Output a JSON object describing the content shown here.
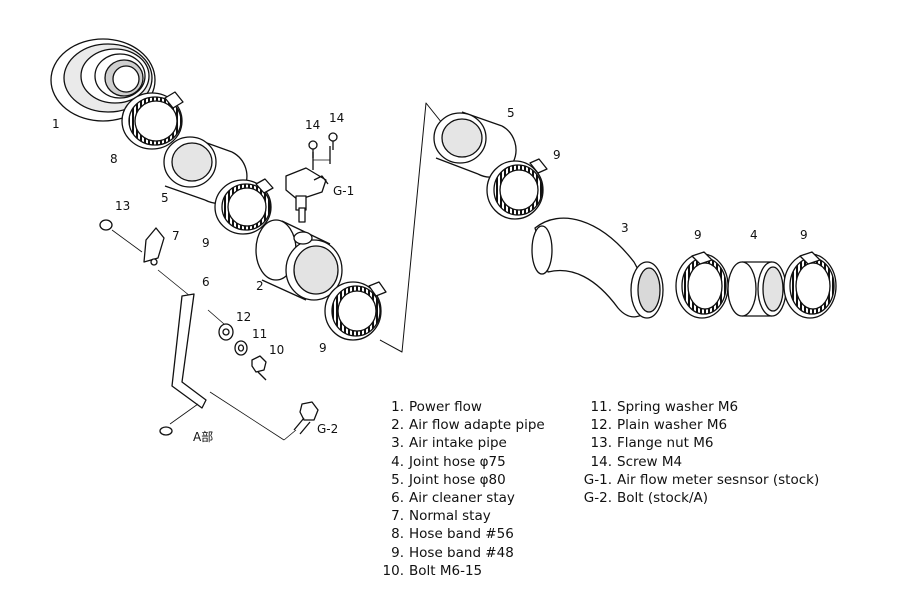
{
  "callouts": {
    "c1": "1",
    "c8": "8",
    "c5a": "5",
    "c9a": "9",
    "c2": "2",
    "c9b": "9",
    "c13": "13",
    "c7": "7",
    "c6": "6",
    "c12": "12",
    "c11": "11",
    "c10": "10",
    "c14a": "14",
    "c14b": "14",
    "cg1": "G-1",
    "cg2": "G-2",
    "ca": "A部",
    "c5b": "5",
    "c9c": "9",
    "c3": "3",
    "c9d": "9",
    "c4": "4",
    "c9e": "9"
  },
  "legend_left": [
    {
      "num": "1.",
      "label": "Power flow"
    },
    {
      "num": "2.",
      "label": "Air flow adapte pipe"
    },
    {
      "num": "3.",
      "label": "Air intake pipe"
    },
    {
      "num": "4.",
      "label": "Joint hose  φ75"
    },
    {
      "num": "5.",
      "label": "Joint hose  φ80"
    },
    {
      "num": "6.",
      "label": "Air cleaner stay"
    },
    {
      "num": "7.",
      "label": "Normal stay"
    },
    {
      "num": "8.",
      "label": "Hose band  #56"
    },
    {
      "num": "9.",
      "label": "Hose band  #48"
    },
    {
      "num": "10.",
      "label": "Bolt  M6-15"
    }
  ],
  "legend_right": [
    {
      "num": "11.",
      "label": "Spring washer  M6"
    },
    {
      "num": "12.",
      "label": "Plain washer  M6"
    },
    {
      "num": "13.",
      "label": "Flange nut  M6"
    },
    {
      "num": "14.",
      "label": "Screw  M4"
    },
    {
      "num": "G-1.",
      "label": "Air flow meter sesnsor (stock)"
    },
    {
      "num": "G-2.",
      "label": "Bolt (stock/A)"
    }
  ],
  "colors": {
    "ink": "#111111",
    "paper": "#ffffff",
    "shade": "#d4d4d4"
  }
}
